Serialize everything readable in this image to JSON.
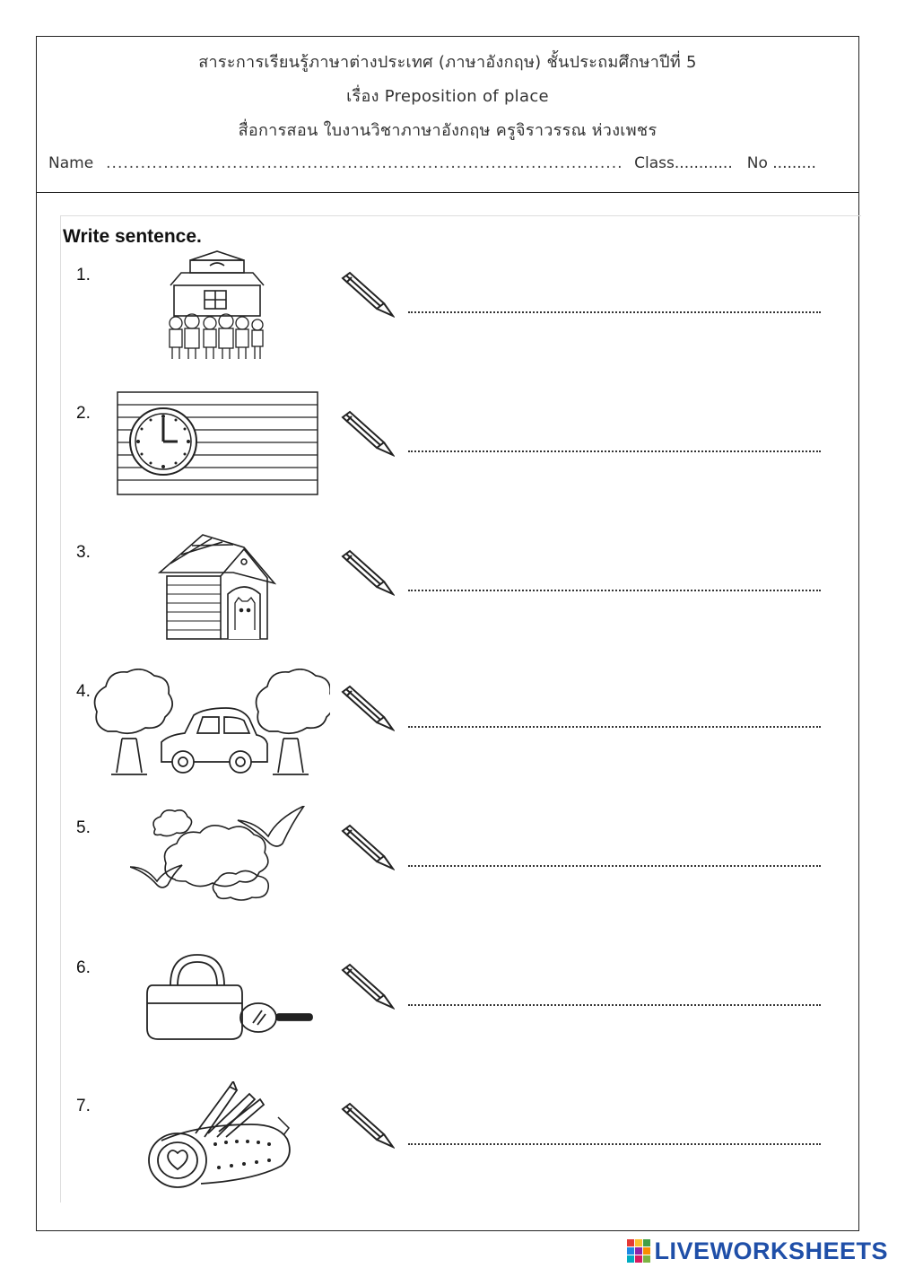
{
  "header": {
    "line1": "สาระการเรียนรู้ภาษาต่างประเทศ (ภาษาอังกฤษ)   ชั้นประถมศึกษาปีที่  5",
    "line2": "เรื่อง  Preposition  of  place",
    "line3": "สื่อการสอน  ใบงานวิชาภาษาอังกฤษ  ครูจิราวรรณ    ห่วงเพชร",
    "name_label": "Name",
    "name_dots": "...................................................................................................",
    "class_label": "Class............",
    "no_label": "No  ........."
  },
  "instruction": "Write sentence.",
  "questions": [
    {
      "number": "1.",
      "picture": "children-in-front-of-school"
    },
    {
      "number": "2.",
      "picture": "clock-on-brick-wall"
    },
    {
      "number": "3.",
      "picture": "dog-in-doghouse"
    },
    {
      "number": "4.",
      "picture": "car-between-trees"
    },
    {
      "number": "5.",
      "picture": "birds-around-clouds"
    },
    {
      "number": "6.",
      "picture": "mirror-next-to-bag"
    },
    {
      "number": "7.",
      "picture": "pencils-in-pencil-case"
    }
  ],
  "answer_icon": "pencil-icon",
  "brand": {
    "text": "LIVEWORKSHEETS",
    "color": "#1f4fa8",
    "mark_colors": [
      "#e53935",
      "#fbc02d",
      "#43a047",
      "#1e88e5",
      "#8e24aa",
      "#fb8c00",
      "#00acc1",
      "#d81b60",
      "#7cb342"
    ]
  }
}
